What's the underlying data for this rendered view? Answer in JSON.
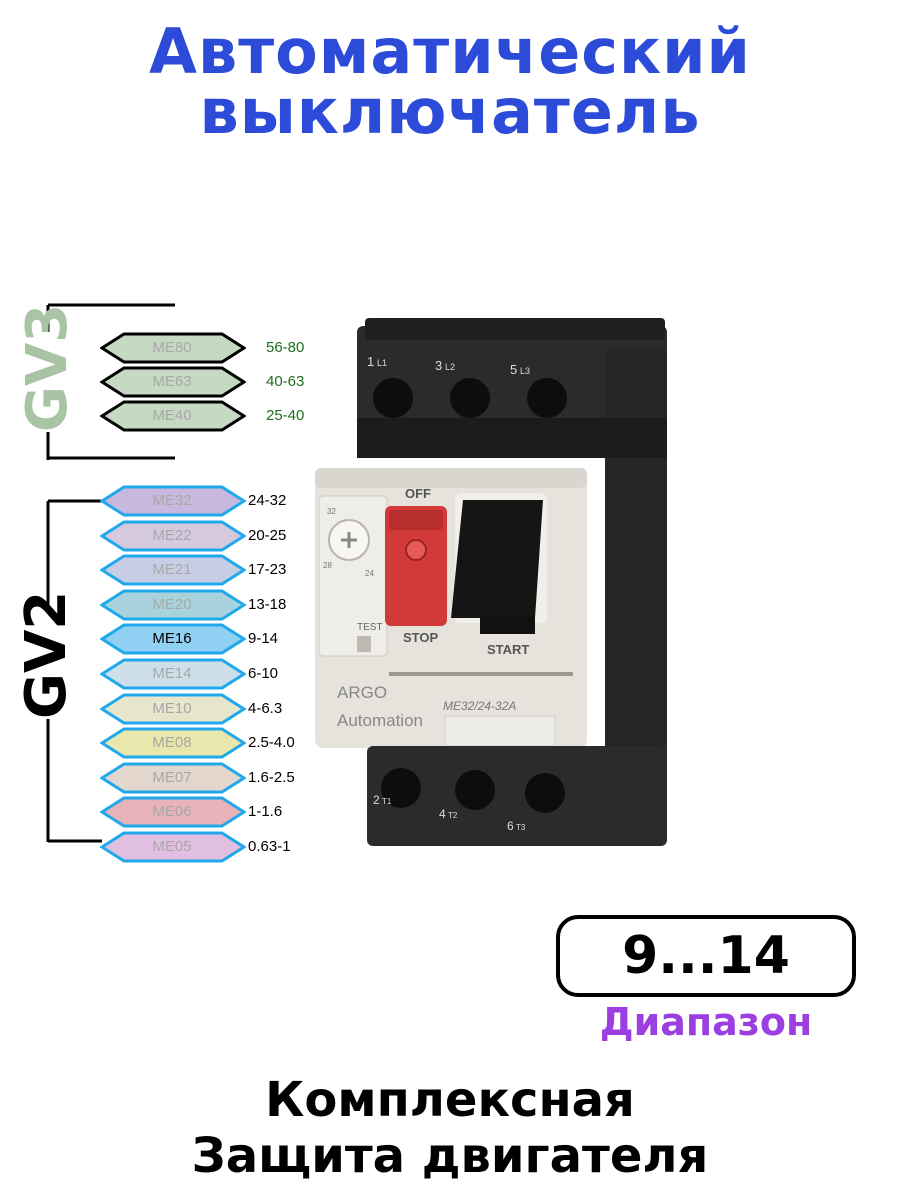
{
  "title": {
    "line1": "Автоматический",
    "line2": "выключатель",
    "color": "#2b4bd8"
  },
  "gv3": {
    "label": "GV3",
    "label_color": "#a9c4a4",
    "range_color": "#1f6e1f",
    "items": [
      {
        "code": "ME80",
        "range": "56-80",
        "fill": "#c5d9c3"
      },
      {
        "code": "ME63",
        "range": "40-63",
        "fill": "#c5d9c3"
      },
      {
        "code": "ME40",
        "range": "25-40",
        "fill": "#c5d9c3"
      }
    ]
  },
  "gv2": {
    "label": "GV2",
    "label_color": "#000000",
    "border_color": "#20a8ec",
    "items": [
      {
        "code": "ME32",
        "range": "24-32",
        "fill": "#c9b8de",
        "selected": false
      },
      {
        "code": "ME22",
        "range": "20-25",
        "fill": "#d5c9e0",
        "selected": false
      },
      {
        "code": "ME21",
        "range": "17-23",
        "fill": "#c8cde6",
        "selected": false
      },
      {
        "code": "ME20",
        "range": "13-18",
        "fill": "#a9d3dc",
        "selected": false
      },
      {
        "code": "ME16",
        "range": "9-14",
        "fill": "#8fd0f3",
        "selected": true
      },
      {
        "code": "ME14",
        "range": "6-10",
        "fill": "#cde0ea",
        "selected": false
      },
      {
        "code": "ME10",
        "range": "4-6.3",
        "fill": "#e6e6cc",
        "selected": false
      },
      {
        "code": "ME08",
        "range": "2.5-4.0",
        "fill": "#e9e7ab",
        "selected": false
      },
      {
        "code": "ME07",
        "range": "1.6-2.5",
        "fill": "#e3d6cc",
        "selected": false
      },
      {
        "code": "ME06",
        "range": "1-1.6",
        "fill": "#e8b3b8",
        "selected": false
      },
      {
        "code": "ME05",
        "range": "0.63-1",
        "fill": "#e0bfe0",
        "selected": false
      }
    ]
  },
  "product": {
    "terminals_top": [
      "1",
      "L1",
      "3",
      "L2",
      "5",
      "L3"
    ],
    "terminals_bottom": [
      "2",
      "T1",
      "4",
      "T2",
      "6",
      "T3"
    ],
    "off_label": "OFF",
    "stop_label": "STOP",
    "start_label": "START",
    "test_label": "TEST",
    "dial_top": "32",
    "dial_left": "28",
    "dial_right": "24",
    "brand_line1": "ARGO",
    "brand_line2": "Automation",
    "model": "ME32/24-32A"
  },
  "range_box": {
    "value": "9...14",
    "caption": "Диапазон",
    "caption_color": "#9b3fe0"
  },
  "footer": {
    "line1": "Комплексная",
    "line2": "Защита двигателя"
  }
}
